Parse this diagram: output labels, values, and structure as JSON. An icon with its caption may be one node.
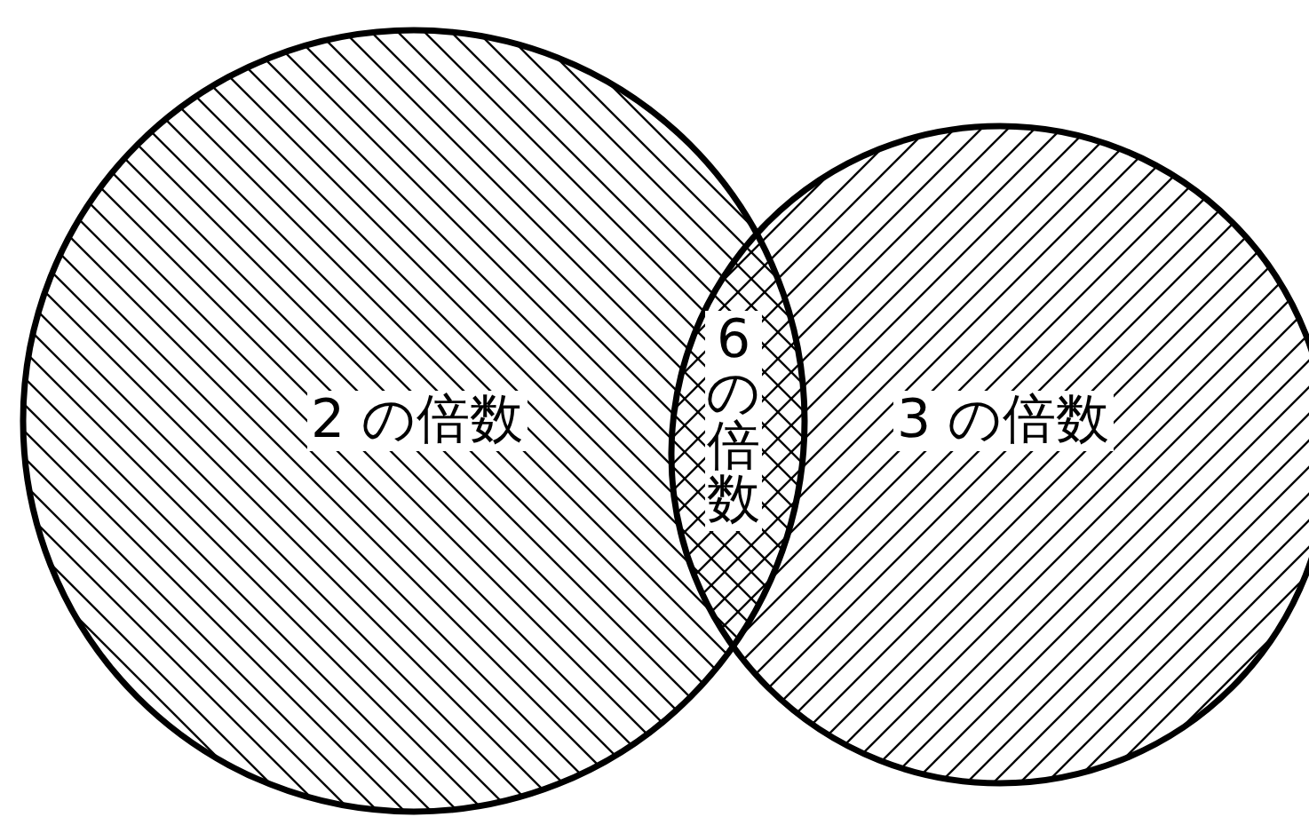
{
  "diagram": {
    "nodes": [
      {
        "text": [
          "2 の倍数"
        ]
      },
      {
        "text": [
          "3 の倍数"
        ]
      },
      {
        "text": [
          "6の倍数"
        ]
      }
    ]
  }
}
